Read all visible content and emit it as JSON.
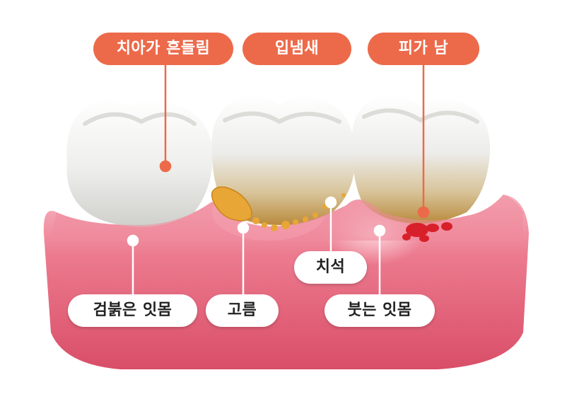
{
  "colors": {
    "accent": "#ec6a4a",
    "gum": "#e8637a",
    "gum_light": "#f6a9b6",
    "tartar": "#e8a637",
    "blood": "#d8202a"
  },
  "labels_top": [
    {
      "id": "loose-teeth",
      "text": "치아가 흔들림"
    },
    {
      "id": "bad-breath",
      "text": "입냄새"
    },
    {
      "id": "bleeding",
      "text": "피가 남"
    }
  ],
  "labels_bottom": [
    {
      "id": "dark-red-gums",
      "text": "검붉은 잇몸"
    },
    {
      "id": "pus",
      "text": "고름"
    },
    {
      "id": "tartar",
      "text": "치석"
    },
    {
      "id": "swollen-gums",
      "text": "붓는 잇몸"
    }
  ]
}
